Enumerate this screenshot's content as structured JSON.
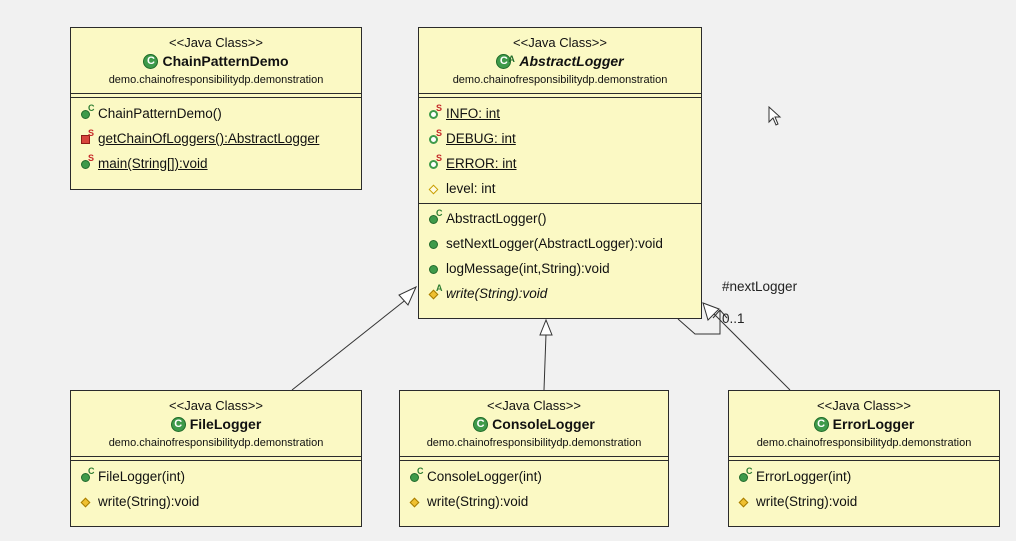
{
  "classes": {
    "chain_pattern_demo": {
      "stereotype": "<<Java Class>>",
      "name": "ChainPatternDemo",
      "package": "demo.chainofresponsibilitydp.demonstration",
      "members": [
        {
          "text": "ChainPatternDemo()",
          "icon": "constructor-icon"
        },
        {
          "text": "getChainOfLoggers():AbstractLogger",
          "icon": "private-static-method-icon"
        },
        {
          "text": "main(String[]):void",
          "icon": "public-static-method-icon"
        }
      ]
    },
    "abstract_logger": {
      "stereotype": "<<Java Class>>",
      "name": "AbstractLogger",
      "package": "demo.chainofresponsibilitydp.demonstration",
      "fields": [
        {
          "text": "INFO: int",
          "icon": "public-static-field-icon"
        },
        {
          "text": "DEBUG: int",
          "icon": "public-static-field-icon"
        },
        {
          "text": "ERROR: int",
          "icon": "public-static-field-icon"
        },
        {
          "text": "level: int",
          "icon": "protected-field-icon"
        }
      ],
      "methods": [
        {
          "text": "AbstractLogger()",
          "icon": "constructor-icon"
        },
        {
          "text": "setNextLogger(AbstractLogger):void",
          "icon": "public-method-icon"
        },
        {
          "text": "logMessage(int,String):void",
          "icon": "public-method-icon"
        },
        {
          "text": "write(String):void",
          "icon": "protected-abstract-method-icon"
        }
      ]
    },
    "file_logger": {
      "stereotype": "<<Java Class>>",
      "name": "FileLogger",
      "package": "demo.chainofresponsibilitydp.demonstration",
      "members": [
        {
          "text": "FileLogger(int)",
          "icon": "constructor-icon"
        },
        {
          "text": "write(String):void",
          "icon": "protected-method-icon"
        }
      ]
    },
    "console_logger": {
      "stereotype": "<<Java Class>>",
      "name": "ConsoleLogger",
      "package": "demo.chainofresponsibilitydp.demonstration",
      "members": [
        {
          "text": "ConsoleLogger(int)",
          "icon": "constructor-icon"
        },
        {
          "text": "write(String):void",
          "icon": "protected-method-icon"
        }
      ]
    },
    "error_logger": {
      "stereotype": "<<Java Class>>",
      "name": "ErrorLogger",
      "package": "demo.chainofresponsibilitydp.demonstration",
      "members": [
        {
          "text": "ErrorLogger(int)",
          "icon": "constructor-icon"
        },
        {
          "text": "write(String):void",
          "icon": "protected-method-icon"
        }
      ]
    }
  },
  "association": {
    "role": "#nextLogger",
    "multiplicity": "0..1"
  },
  "colors": {
    "class_fill": "#fbf9c4",
    "background": "#f1f1f1"
  }
}
